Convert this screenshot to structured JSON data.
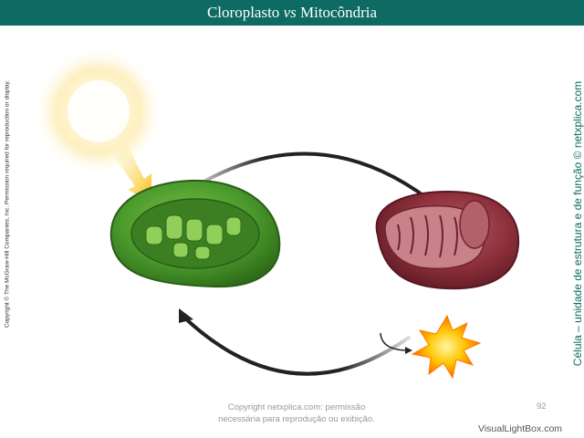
{
  "header": {
    "title_part1": "Cloroplasto",
    "title_vs": "vs",
    "title_part2": "Mitocôndria"
  },
  "copyright_left": "Copyright © The McGraw-Hill Companies, Inc. Permission required for reproduction or display.",
  "side_credit": "Célula – unidade de estrutura e de função © netxplica.com",
  "footer": {
    "line1": "Copyright netxplica.com: permissão",
    "line2": "necessária para reprodução ou exibição."
  },
  "page_number": "92",
  "watermark": "VisualLightBox.com",
  "colors": {
    "title_bar": "#0e6b63",
    "chloroplast": "#3f8a24",
    "mitochondrion": "#8c2f3a",
    "sun": "#fff2b0",
    "energy_burst": "#ff8a00"
  },
  "icons": [
    "sun-icon",
    "light-arrow-icon",
    "chloroplast-icon",
    "mitochondrion-icon",
    "energy-burst-icon"
  ]
}
